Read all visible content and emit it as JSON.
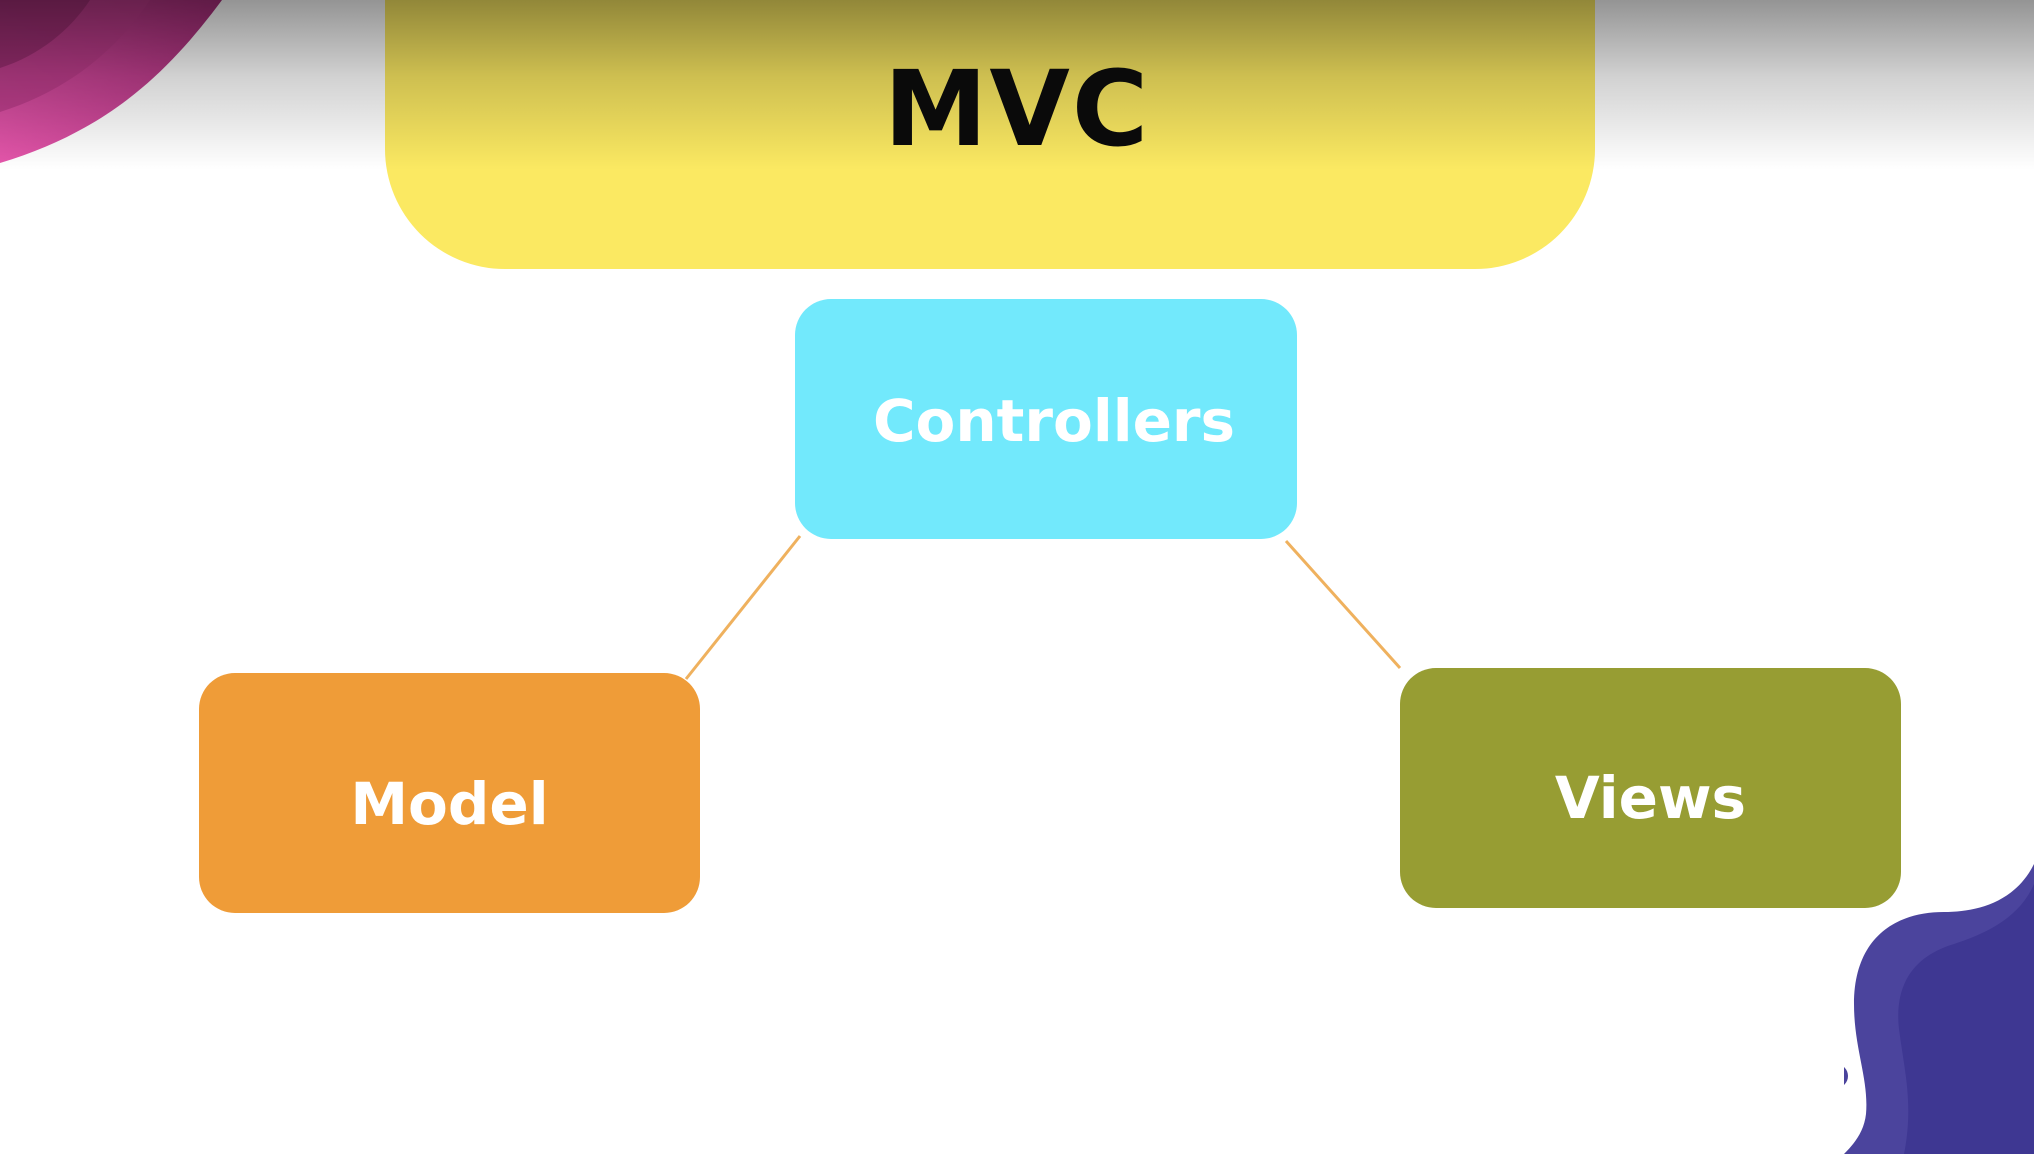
{
  "title": "MVC",
  "nodes": {
    "controllers": {
      "label": "Controllers"
    },
    "model": {
      "label": "Model"
    },
    "views": {
      "label": "Views"
    }
  },
  "colors": {
    "title_banner": "#fbe962",
    "controllers": "#72e9fc",
    "model": "#ef9c38",
    "views": "#979d33",
    "connector": "#efb15e",
    "accent_pink": "#d9449f",
    "accent_purple": "#473f9c"
  }
}
